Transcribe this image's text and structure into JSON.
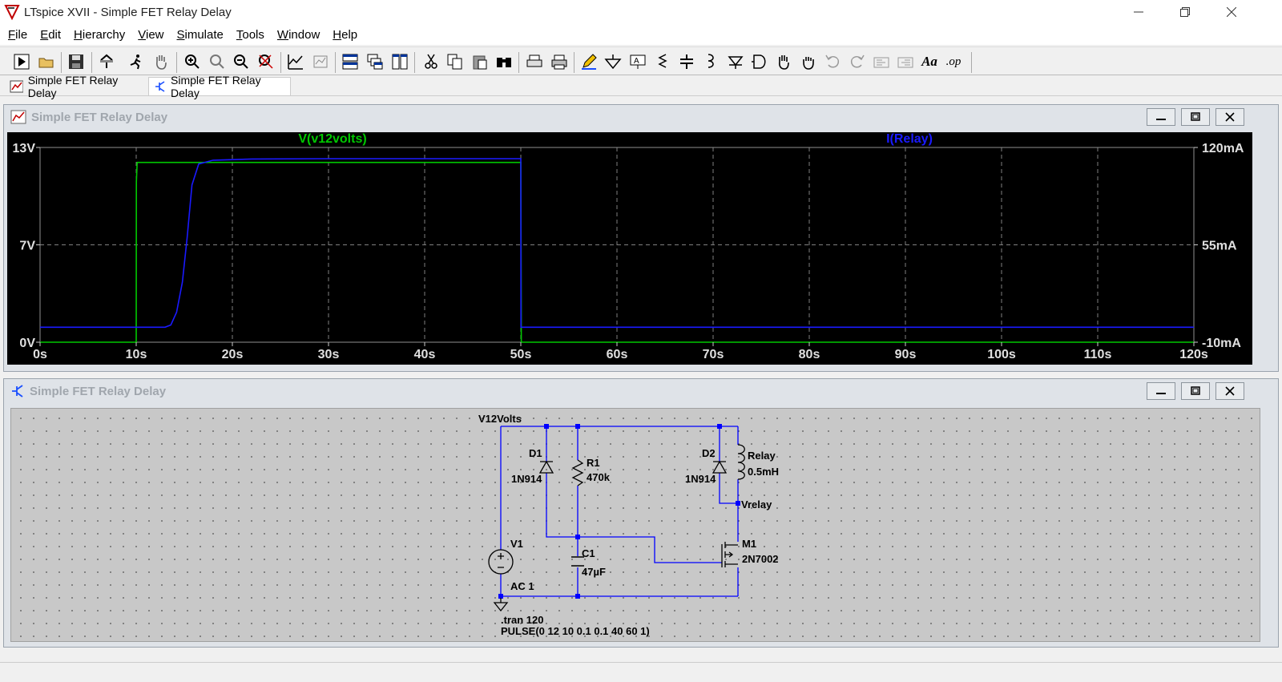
{
  "window": {
    "title": "LTspice XVII - Simple FET Relay Delay"
  },
  "menu": [
    "File",
    "Edit",
    "Hierarchy",
    "View",
    "Simulate",
    "Tools",
    "Window",
    "Help"
  ],
  "toolbar": [
    "run-icon",
    "open-icon",
    "save-icon",
    "control-panel-icon",
    "run-simulation-icon",
    "pan-hand-icon",
    "zoom-in-icon",
    "zoom-full-icon",
    "zoom-out-icon",
    "zoom-cancel-icon",
    "autorange-icon",
    "plot-settings-icon",
    "tile-horizontal-icon",
    "cascade-icon",
    "tile-windows-icon",
    "cut-icon",
    "copy-icon",
    "paste-icon",
    "find-icon",
    "print-setup-icon",
    "print-icon",
    "pencil-icon",
    "ground-icon",
    "label-net-icon",
    "resistor-icon",
    "capacitor-icon",
    "inductor-icon",
    "diode-icon",
    "component-icon",
    "move-hand-icon",
    "drag-hand-icon",
    "undo-icon",
    "redo-icon",
    "rotate-icon",
    "mirror-icon",
    "text-icon",
    "spice-directive-icon"
  ],
  "toolbar_labels": {
    "text": "Aa",
    "op": ".op"
  },
  "tabs": [
    {
      "label": "Simple FET Relay Delay",
      "kind": "waveform"
    },
    {
      "label": "Simple FET Relay Delay",
      "kind": "schematic"
    }
  ],
  "waveform": {
    "caption": "Simple FET Relay Delay",
    "chart_data": {
      "type": "line",
      "xlim": [
        0,
        120
      ],
      "x_ticks": [
        "0s",
        "10s",
        "20s",
        "30s",
        "40s",
        "50s",
        "60s",
        "70s",
        "80s",
        "90s",
        "100s",
        "110s",
        "120s"
      ],
      "left_axis": {
        "ticks": [
          "13V",
          "7V",
          "0V"
        ],
        "ylim": [
          0,
          13
        ]
      },
      "right_axis": {
        "ticks": [
          "120mA",
          "55mA",
          "-10mA"
        ],
        "ylim": [
          -10,
          120
        ]
      },
      "grid": true,
      "series": [
        {
          "name": "V(v12volts)",
          "color": "#00c800",
          "axis": "left",
          "points": [
            [
              0,
              0
            ],
            [
              10,
              0
            ],
            [
              10.02,
              10.7
            ],
            [
              10.1,
              12.0
            ],
            [
              50,
              12.0
            ],
            [
              50.05,
              0
            ],
            [
              120,
              0
            ]
          ]
        },
        {
          "name": "I(Relay)",
          "color": "#1a1aff",
          "axis": "right",
          "points": [
            [
              0,
              0
            ],
            [
              13,
              0
            ],
            [
              13.6,
              1.5
            ],
            [
              14.2,
              10
            ],
            [
              14.8,
              30
            ],
            [
              15.3,
              60
            ],
            [
              15.8,
              95
            ],
            [
              16.5,
              109
            ],
            [
              18,
              111.5
            ],
            [
              22,
              112.3
            ],
            [
              30,
              112.5
            ],
            [
              50,
              112.5
            ],
            [
              50.02,
              0
            ],
            [
              120,
              0
            ]
          ]
        }
      ]
    }
  },
  "schematic": {
    "caption": "Simple FET Relay Delay",
    "labels": {
      "net_top": "V12Volts",
      "d1": "D1",
      "d1_model": "1N914",
      "r1": "R1",
      "r1_value": "470k",
      "d2": "D2",
      "d2_model": "1N914",
      "relay": "Relay",
      "relay_value": "0.5mH",
      "vrelay": "Vrelay",
      "m1": "M1",
      "m1_model": "2N7002",
      "v1": "V1",
      "v1_ac": "AC 1",
      "c1": "C1",
      "c1_value": "47µF",
      "tran": ".tran 120",
      "pulse": "PULSE(0 12 10 0.1 0.1 40 60 1)"
    }
  },
  "colors": {
    "plot_bg": "#000000",
    "grid": "#808080",
    "wire": "#0000ff",
    "schem_bg": "#c8c8c8"
  }
}
